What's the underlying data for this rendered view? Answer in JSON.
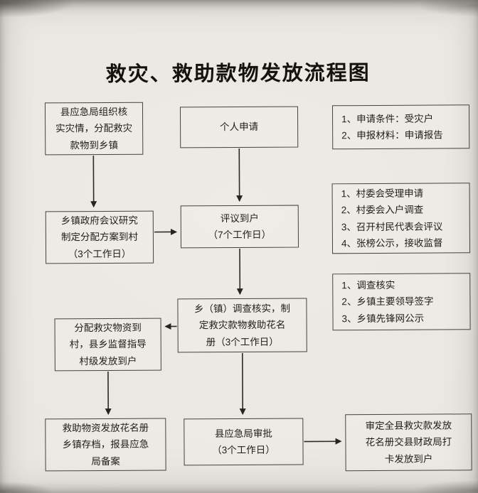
{
  "title": "救灾、救助款物发放流程图",
  "colors": {
    "paper": "#e9e6e1",
    "ink": "#1f1e1b",
    "box_border": "#45433d"
  },
  "nodes": [
    {
      "id": "county-allocate",
      "text": "县应急局组织核实灾情，分配救灾款物到乡镇",
      "lines": [
        "县应急局组织核",
        "实灾情，分配救灾",
        "款物到乡镇"
      ]
    },
    {
      "id": "individual-apply",
      "text": "个人申请",
      "lines": [
        "个人申请"
      ]
    },
    {
      "id": "township-meeting",
      "text": "乡镇政府会议研究制定分配方案到村（3个工作日）",
      "lines": [
        "乡镇政府会议研究",
        "制定分配方案到村",
        "（3个工作日）"
      ]
    },
    {
      "id": "review-households",
      "text": "评议到户（7个工作日）",
      "lines": [
        "评议到户",
        "（7个工作日）"
      ]
    },
    {
      "id": "township-verify",
      "text": "乡（镇）调查核实，制定救灾款物救助花名册（3个工作日）",
      "lines": [
        "乡（镇）调查核实，制",
        "定救灾款物救助花名",
        "册（3个工作日）"
      ]
    },
    {
      "id": "distribute-village",
      "text": "分配救灾物资到村，县乡监督指导村级发放到户",
      "lines": [
        "分配救灾物资到",
        "村，县乡监督指导",
        "村级发放到户"
      ]
    },
    {
      "id": "archive",
      "text": "救助物资发放花名册乡镇存档，报县应急局备案",
      "lines": [
        "救助物资发放花名册",
        "乡镇存档，报县应急",
        "局备案"
      ]
    },
    {
      "id": "county-approval",
      "text": "县应急局审批（3个工作日）",
      "lines": [
        "县应急局审批",
        "（3个工作日）"
      ]
    },
    {
      "id": "finance-disburse",
      "text": "审定全县救灾款发放花名册交县财政局打卡发放到户",
      "lines": [
        "审定全县救灾款发放",
        "花名册交县财政局打",
        "卡发放到户"
      ]
    }
  ],
  "annotations": [
    {
      "id": "apply-requirements",
      "lines": [
        "1、申请条件：受灾户",
        "2、申报材料：申请报告"
      ]
    },
    {
      "id": "village-committee-steps",
      "lines": [
        "1、村委会受理申请",
        "2、村委会入户调查",
        "3、召开村民代表会评议",
        "4、张榜公示，接收监督"
      ]
    },
    {
      "id": "township-verify-steps",
      "lines": [
        "1、调查核实",
        "2、乡镇主要领导签字",
        "3、乡镇先锋网公示"
      ]
    }
  ],
  "edges": [
    {
      "from": "county-allocate",
      "to": "township-meeting"
    },
    {
      "from": "individual-apply",
      "to": "review-households"
    },
    {
      "from": "township-meeting",
      "to": "review-households"
    },
    {
      "from": "review-households",
      "to": "township-verify"
    },
    {
      "from": "township-verify",
      "to": "distribute-village"
    },
    {
      "from": "distribute-village",
      "to": "archive"
    },
    {
      "from": "township-verify",
      "to": "county-approval"
    },
    {
      "from": "county-approval",
      "to": "finance-disburse"
    }
  ]
}
